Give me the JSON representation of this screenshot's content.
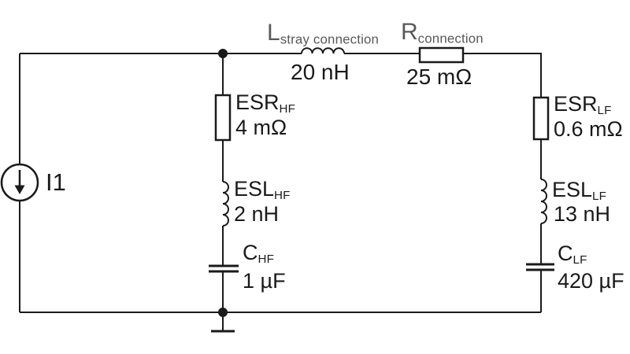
{
  "colors": {
    "wire": "#1a1a1a",
    "ink": "#1a1a1a",
    "gray_label": "#595959",
    "bg": "#ffffff"
  },
  "source": {
    "name": "I1"
  },
  "components": {
    "l_stray": {
      "label_main": "L",
      "label_sub": "stray connection",
      "value": "20 nH"
    },
    "r_connection": {
      "label_main": "R",
      "label_sub": "connection",
      "value": "25 mΩ"
    },
    "esr_hf": {
      "label_main": "ESR",
      "label_sub": "HF",
      "value": "4 mΩ"
    },
    "esl_hf": {
      "label_main": "ESL",
      "label_sub": "HF",
      "value": "2 nH"
    },
    "c_hf": {
      "label_main": "C",
      "label_sub": "HF",
      "value": "1 µF"
    },
    "esr_lf": {
      "label_main": "ESR",
      "label_sub": "LF",
      "value": "0.6 mΩ"
    },
    "esl_lf": {
      "label_main": "ESL",
      "label_sub": "LF",
      "value": "13 nH"
    },
    "c_lf": {
      "label_main": "C",
      "label_sub": "LF",
      "value": "420 µF"
    }
  }
}
